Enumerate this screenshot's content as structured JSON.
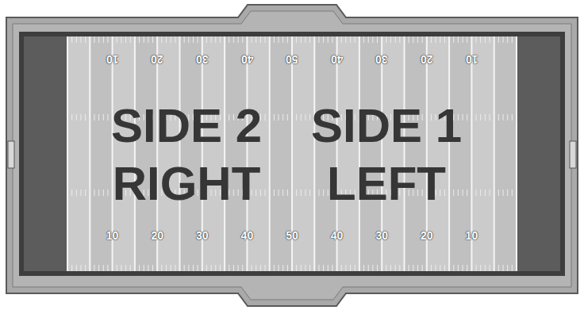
{
  "diagram": {
    "labels": [
      "10",
      "20",
      "30",
      "40",
      "50",
      "40",
      "30",
      "20",
      "10",
      "SIDE 2",
      "SIDE 1",
      "RIGHT",
      "LEFT",
      "10",
      "20",
      "30",
      "40",
      "50",
      "40",
      "30",
      "20",
      "10"
    ]
  }
}
